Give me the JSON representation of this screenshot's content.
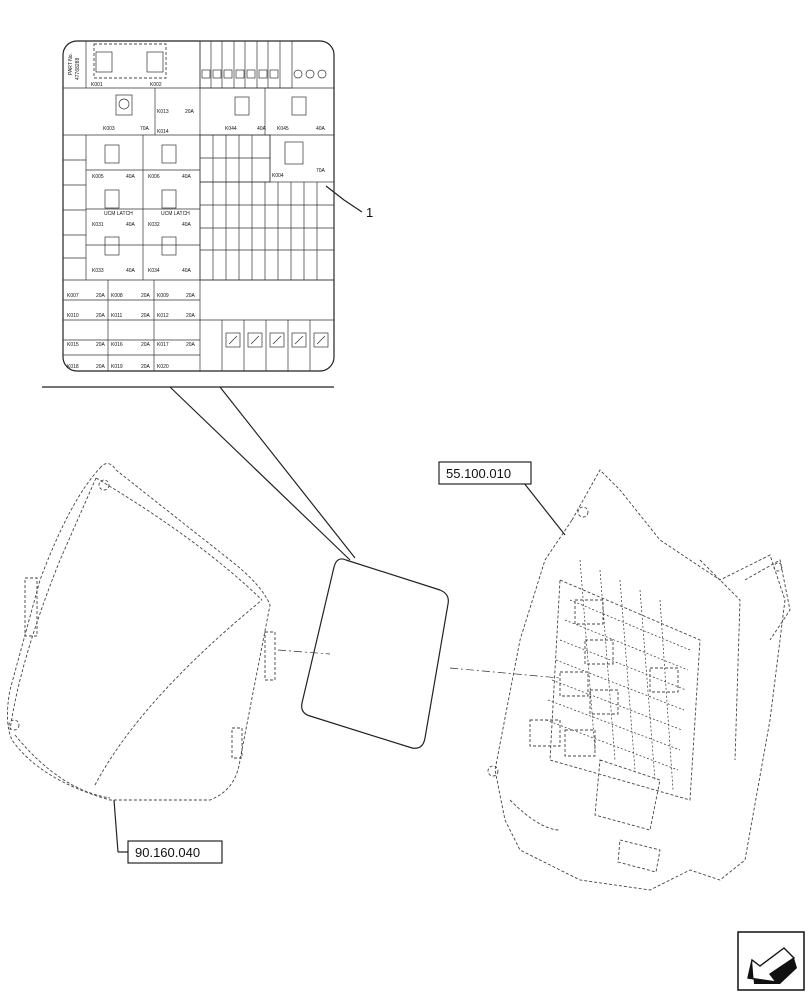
{
  "refs": {
    "item": "1",
    "fuse_box_ref": "55.100.010",
    "cover_ref": "90.160.040"
  },
  "decal": {
    "part_no_label": "PART No.",
    "part_no_value": "47768288",
    "relays": [
      "K001",
      "K002",
      "K003",
      "K013",
      "K014",
      "K044",
      "K045",
      "K005",
      "K006",
      "K004",
      "K031",
      "K032",
      "K033",
      "K034",
      "K007",
      "K008",
      "K009",
      "K010",
      "K011",
      "K012",
      "K015",
      "K016",
      "K017",
      "K018",
      "K019",
      "K020"
    ],
    "ratings": [
      "70A",
      "20A",
      "40A",
      "40A",
      "40A",
      "40A",
      "70A",
      "40A",
      "40A",
      "40A",
      "40A",
      "20A",
      "20A",
      "20A",
      "20A",
      "20A",
      "20A",
      "20A",
      "20A",
      "20A",
      "20A",
      "20A"
    ],
    "ucm_latch": "UCM LATCH"
  },
  "colors": {
    "line": "#222222",
    "background": "#ffffff"
  },
  "icons": [
    "arrow-icon"
  ]
}
